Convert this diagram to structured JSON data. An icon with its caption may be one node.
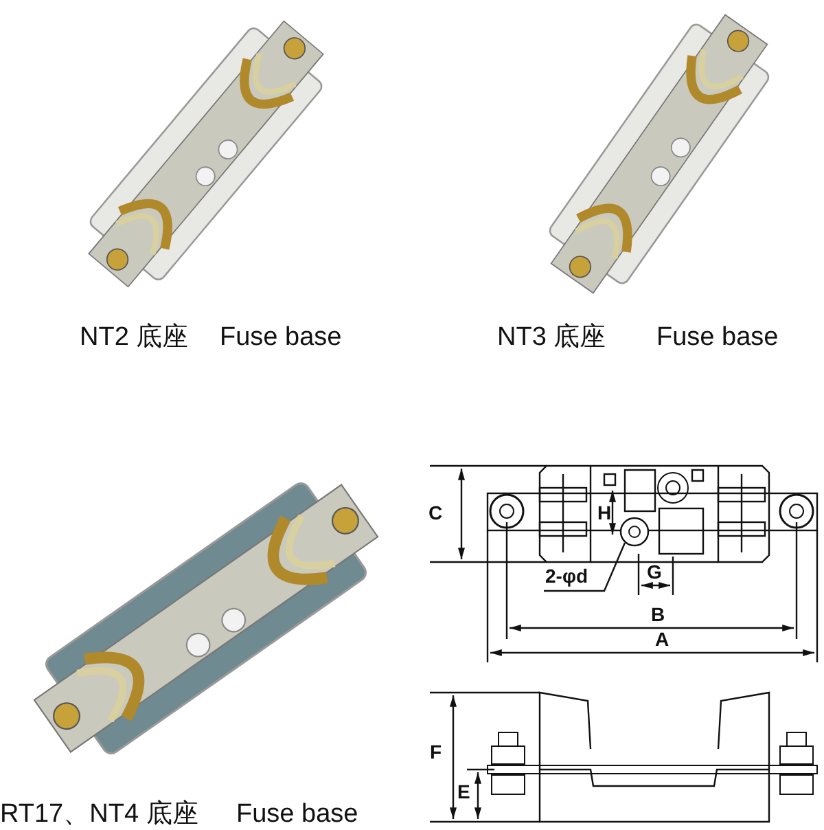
{
  "diagram": {
    "nodes": [
      {
        "text": [
          "2-φd"
        ]
      },
      {
        "text": [],
        "shape": "circle"
      }
    ],
    "edges": [
      {
        "from": 0,
        "to": 1,
        "arrow": "none"
      }
    ],
    "labels": [
      "NT2 底座",
      "Fuse base",
      "NT3 底座",
      "Fuse base",
      "C",
      "H",
      "G",
      "B",
      "A",
      "RT17、NT4 底座",
      "Fuse base",
      "F",
      "E"
    ]
  }
}
